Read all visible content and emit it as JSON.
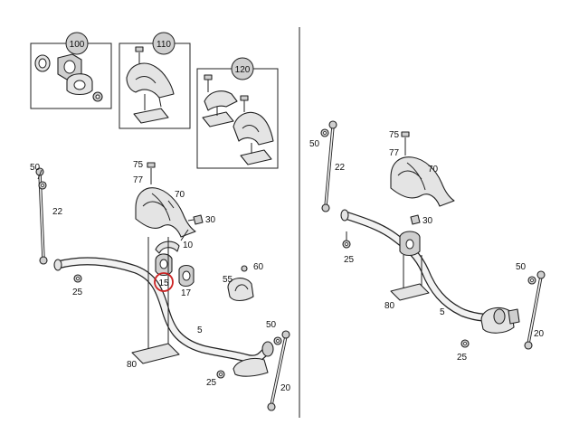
{
  "callouts": {
    "c100": "100",
    "c110": "110",
    "c120": "120"
  },
  "left": {
    "l50": "50",
    "l22": "22",
    "l75": "75",
    "l77": "77",
    "l70": "70",
    "l30": "30",
    "l10": "10",
    "l15": "15",
    "l17": "17",
    "l55": "55",
    "l60": "60",
    "l25a": "25",
    "l5": "5",
    "l80": "80",
    "l25b": "25",
    "l50b": "50",
    "l20": "20"
  },
  "right": {
    "l75": "75",
    "l77": "77",
    "l50": "50",
    "l22": "22",
    "l70": "70",
    "l30": "30",
    "l25a": "25",
    "l80": "80",
    "l5": "5",
    "l50b": "50",
    "l25b": "25",
    "l20": "20"
  },
  "colors": {
    "highlight": "#cc2222",
    "badge": "#cfcfcf"
  }
}
